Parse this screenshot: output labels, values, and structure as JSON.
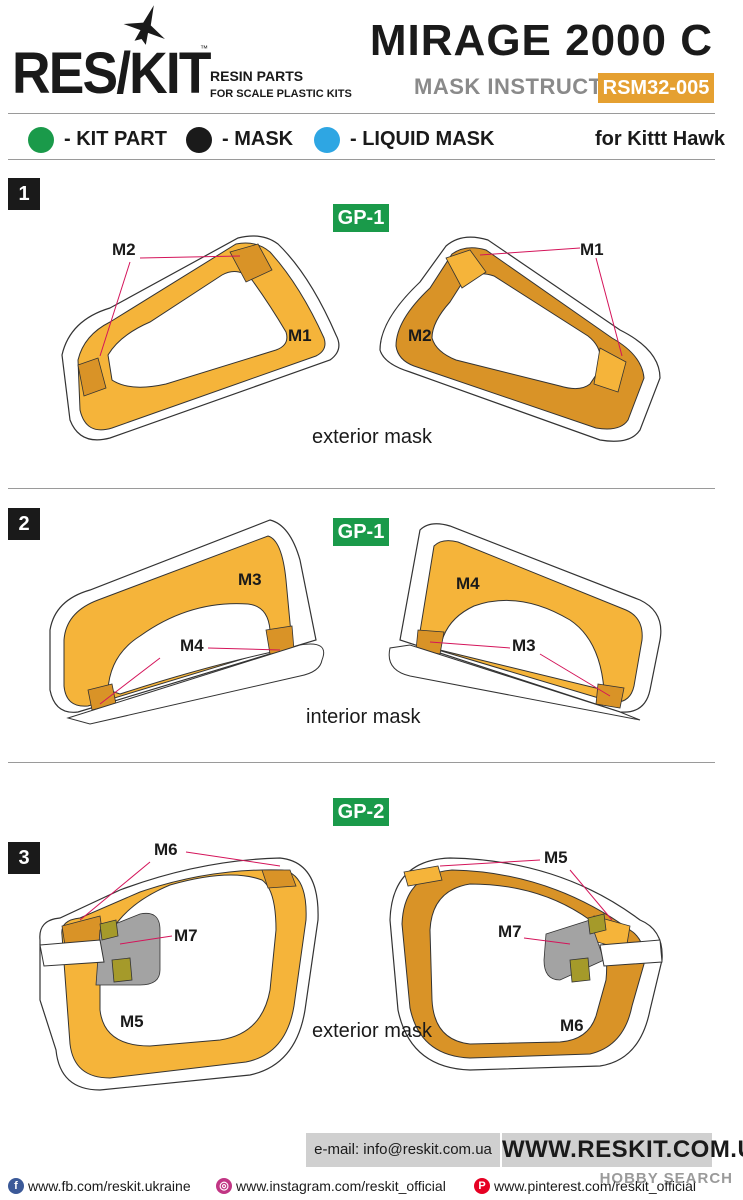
{
  "brand": {
    "logo": "RES/KIT",
    "tm": "™",
    "tagline_1": "RESIN PARTS",
    "tagline_2": "FOR SCALE PLASTIC KITS"
  },
  "header": {
    "title": "MIRAGE 2000 C",
    "subtitle": "MASK INSTRUCTION",
    "code": "RSM32-005"
  },
  "legend": {
    "kit_part": "- KIT PART",
    "mask": "- MASK",
    "liquid_mask": "- LIQUID MASK",
    "kit_for": "for Kittt Hawk",
    "colors": {
      "kit_part": "#1a9a4a",
      "mask": "#1a1a1a",
      "liquid_mask": "#2ea6e3"
    }
  },
  "steps": [
    {
      "number": "1",
      "part": "GP-1",
      "caption": "exterior mask",
      "left_labels": [
        "M2",
        "M1"
      ],
      "right_labels": [
        "M1",
        "M2"
      ]
    },
    {
      "number": "2",
      "part": "GP-1",
      "caption": "interior mask",
      "left_labels": [
        "M3",
        "M4"
      ],
      "right_labels": [
        "M4",
        "M3"
      ]
    },
    {
      "number": "3",
      "part": "GP-2",
      "caption": "exterior mask",
      "left_labels": [
        "M6",
        "M7",
        "M5"
      ],
      "right_labels": [
        "M5",
        "M7",
        "M6"
      ]
    }
  ],
  "colors": {
    "mask_light": "#f5b43a",
    "mask_dark": "#d99327",
    "mask_accent": "#c8821f",
    "liquid_grey": "#a3a3a3",
    "olive": "#a59a2a"
  },
  "footer": {
    "email": "e-mail: info@reskit.com.ua",
    "website": "WWW.RESKIT.COM.UA",
    "facebook": "www.fb.com/reskit.ukraine",
    "instagram": "www.instagram.com/reskit_official",
    "pinterest": "www.pinterest.com/reskit_official",
    "watermark": "HOBBY SEARCH"
  }
}
